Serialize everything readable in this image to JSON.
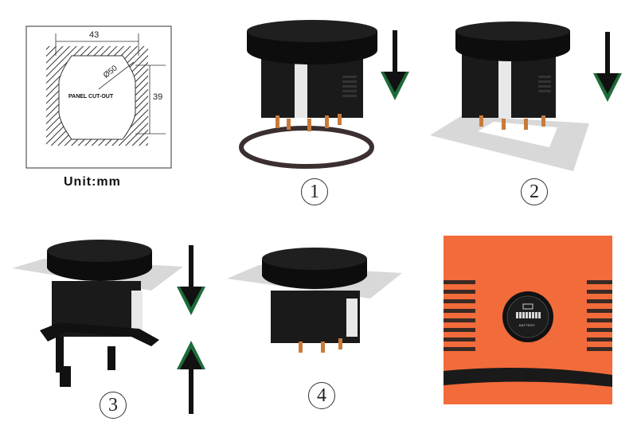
{
  "cutout": {
    "width_label": "43",
    "height_label": "39",
    "diameter_label": "Ø50",
    "center_label": "PANEL CUT-OUT"
  },
  "unit_label": "Unit:mm",
  "steps": [
    {
      "number": "1"
    },
    {
      "number": "2"
    },
    {
      "number": "3"
    },
    {
      "number": "4"
    }
  ],
  "meter_label_text": "BATTERY",
  "colors": {
    "arrow_green": "#1e6b3a",
    "panel_orange": "#f26b3a",
    "meter_black": "#111111"
  }
}
